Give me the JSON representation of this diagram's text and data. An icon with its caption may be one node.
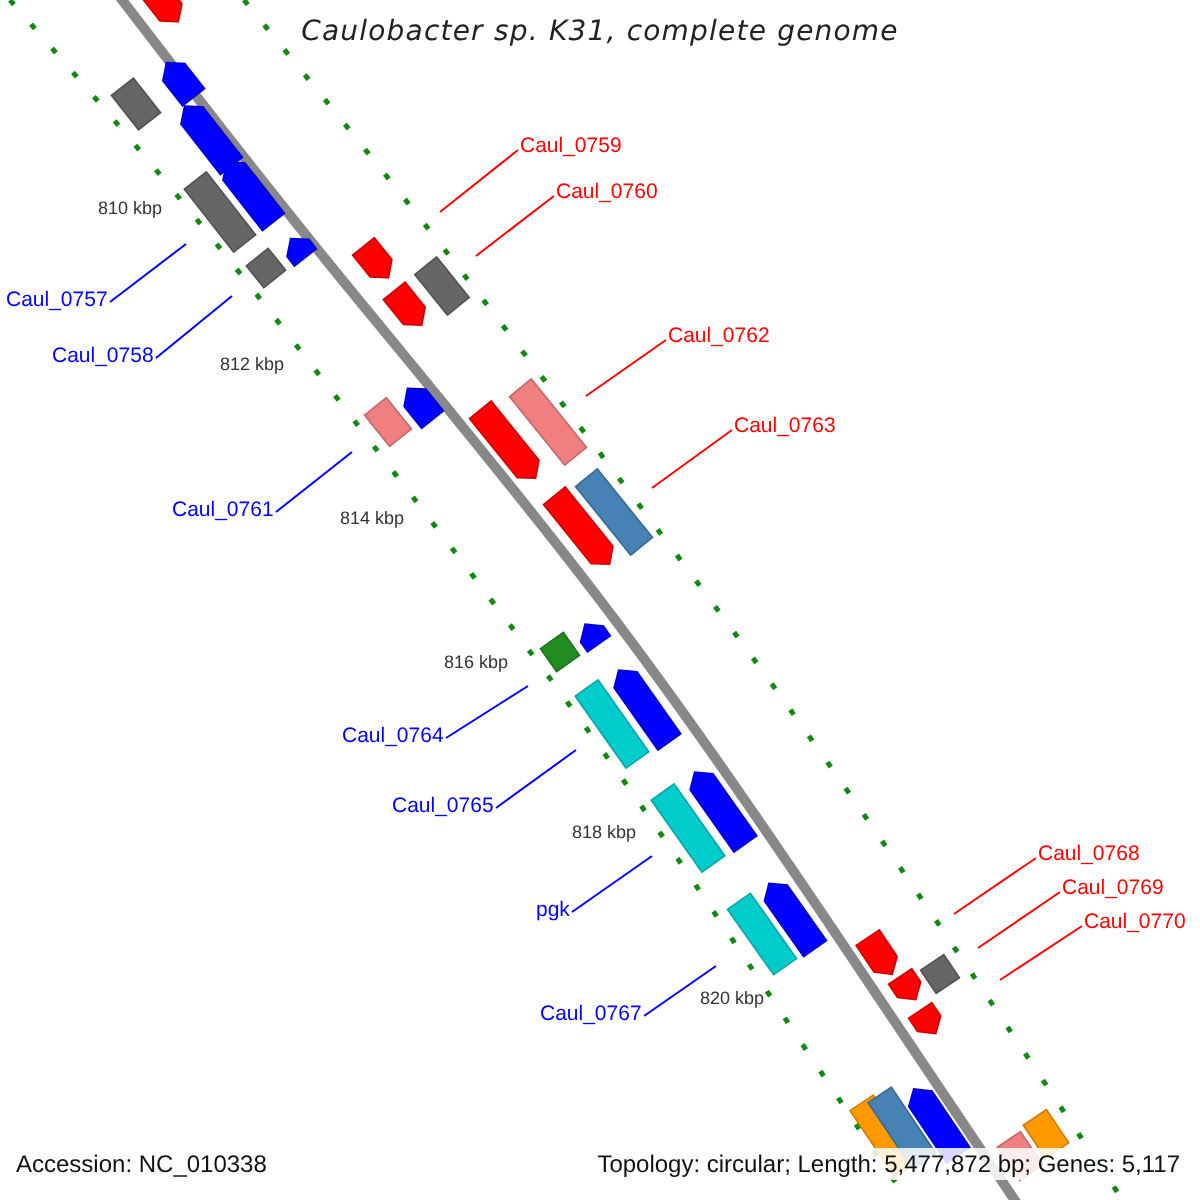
{
  "diagram": {
    "title": "Caulobacter sp. K31, complete genome",
    "nodes": [
      {
        "text": [
          "Caul_0757"
        ]
      },
      {
        "text": [
          "Caul_0758"
        ]
      },
      {
        "text": [
          "Caul_0759"
        ]
      },
      {
        "text": [
          "Caul_0760"
        ]
      },
      {
        "text": [
          "Caul_0761"
        ]
      },
      {
        "text": [
          "Caul_0762"
        ]
      },
      {
        "text": [
          "Caul_0763"
        ]
      },
      {
        "text": [
          "Caul_0764"
        ]
      },
      {
        "text": [
          "Caul_0765"
        ]
      },
      {
        "text": [
          "pgk"
        ]
      },
      {
        "text": [
          "Caul_0767"
        ]
      },
      {
        "text": [
          "Caul_0768"
        ]
      },
      {
        "text": [
          "Caul_0769"
        ]
      },
      {
        "text": [
          "Caul_0770"
        ]
      }
    ],
    "edges": [
      {
        "from": 0,
        "to": null,
        "arrow": "none",
        "color": "#0000ff"
      },
      {
        "from": 1,
        "to": null,
        "arrow": "none",
        "color": "#0000ff"
      },
      {
        "from": 2,
        "to": null,
        "arrow": "none",
        "color": "#ff0000"
      },
      {
        "from": 3,
        "to": null,
        "arrow": "none",
        "color": "#ff0000"
      },
      {
        "from": 4,
        "to": null,
        "arrow": "none",
        "color": "#0000ff"
      },
      {
        "from": 5,
        "to": null,
        "arrow": "none",
        "color": "#ff0000"
      },
      {
        "from": 6,
        "to": null,
        "arrow": "none",
        "color": "#ff0000"
      },
      {
        "from": 7,
        "to": null,
        "arrow": "none",
        "color": "#0000ff"
      },
      {
        "from": 8,
        "to": null,
        "arrow": "none",
        "color": "#0000ff"
      },
      {
        "from": 9,
        "to": null,
        "arrow": "none",
        "color": "#0000ff"
      },
      {
        "from": 10,
        "to": null,
        "arrow": "none",
        "color": "#0000ff"
      },
      {
        "from": 11,
        "to": null,
        "arrow": "none",
        "color": "#ff0000"
      },
      {
        "from": 12,
        "to": null,
        "arrow": "none",
        "color": "#ff0000"
      },
      {
        "from": 13,
        "to": null,
        "arrow": "none",
        "color": "#ff0000"
      }
    ],
    "labels": [
      "810 kbp",
      "812 kbp",
      "814 kbp",
      "816 kbp",
      "818 kbp",
      "820 kbp",
      "Accession: NC_010338",
      "Topology: circular; Length: 5,477,872 bp; Genes: 5,117"
    ]
  }
}
